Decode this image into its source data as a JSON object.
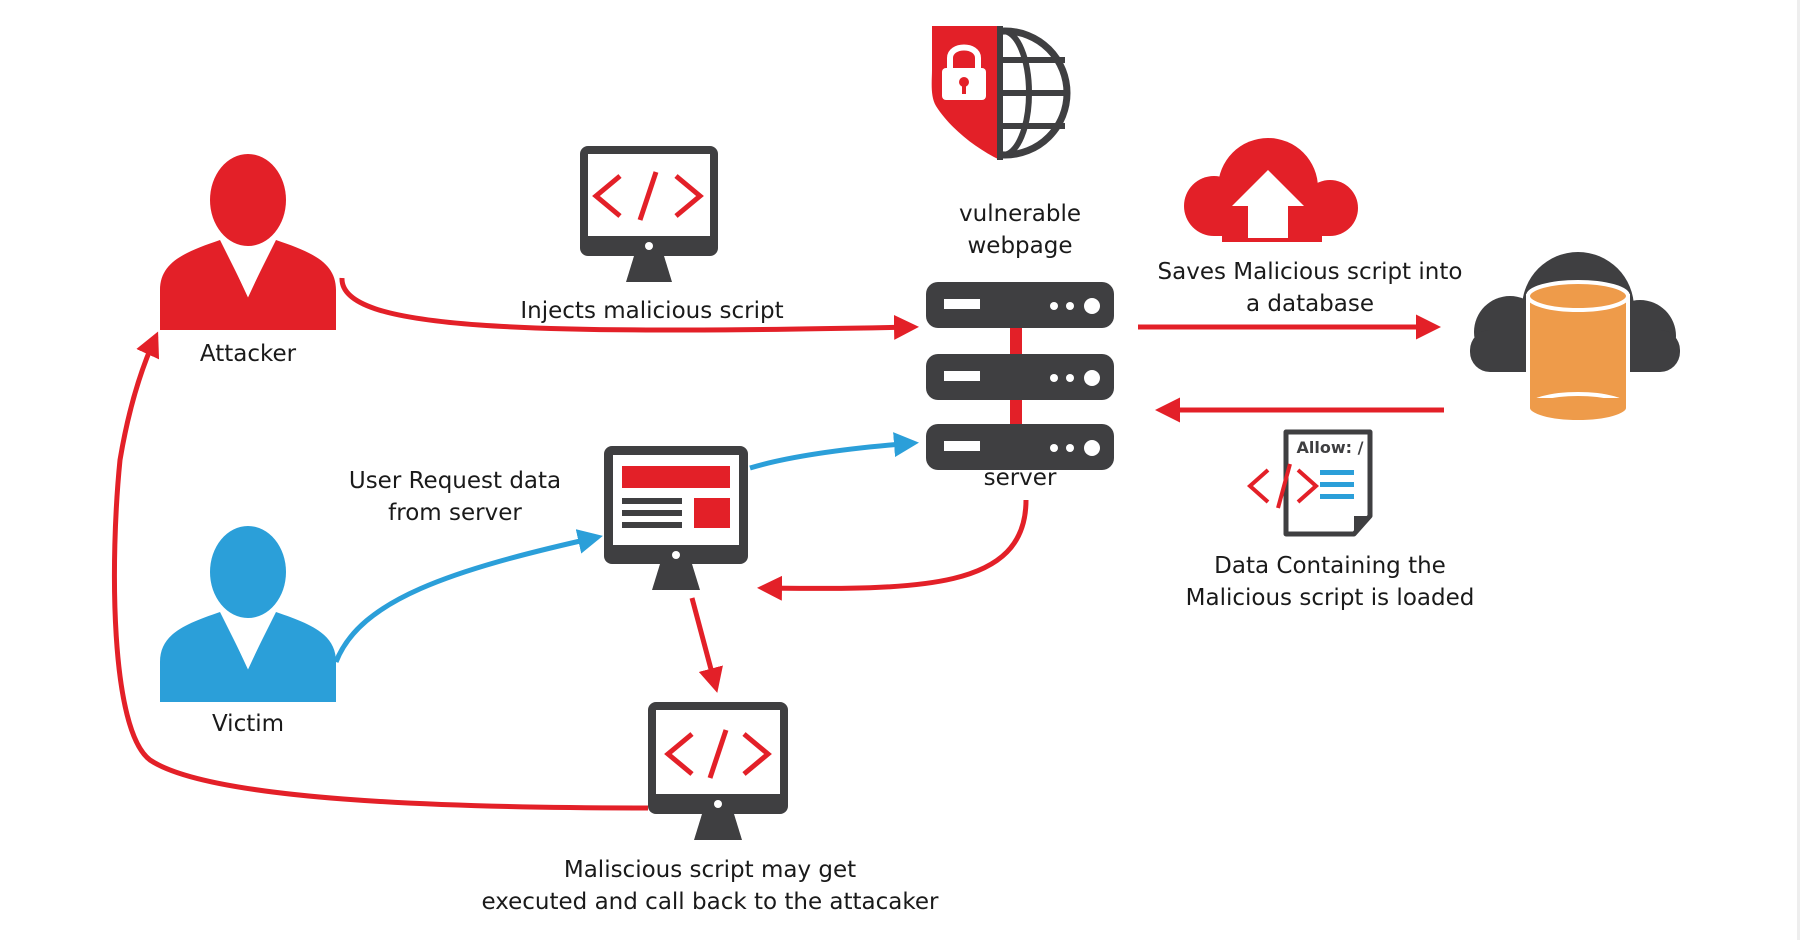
{
  "colors": {
    "attack_red": "#e32028",
    "victim_blue": "#2b9fd9",
    "dark_gray": "#3f3f41",
    "database_orange": "#ee9b4a",
    "text": "#1a1a1a"
  },
  "icons": {
    "shield": "shield-lock-globe-icon",
    "code_monitor": "code-monitor-icon",
    "browser_monitor": "browser-monitor-icon",
    "server": "server-rack-icon",
    "upload_cloud": "cloud-upload-icon",
    "db_cloud": "cloud-database-icon",
    "document": "code-document-icon",
    "person": "person-icon"
  },
  "nodes": {
    "attacker": "Attacker",
    "victim": "Victim",
    "server_top_line1": "vulnerable",
    "server_top_line2": "webpage",
    "server_bottom": "server",
    "document_tag": "Allow: /"
  },
  "edges": {
    "inject": "Injects malicious script",
    "save_line1": "Saves Malicious script into",
    "save_line2": "a database",
    "request_line1": "User Request data",
    "request_line2": "from server",
    "loaded_line1": "Data Containing the",
    "loaded_line2": "Malicious script is loaded",
    "execute_line1": "Maliscious script may get",
    "execute_line2": "executed and call back to the attacaker"
  }
}
